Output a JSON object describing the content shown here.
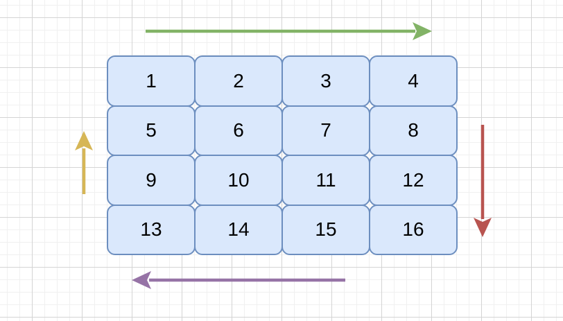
{
  "canvas": {
    "background_color": "#ffffff",
    "grid_minor_color": "#f0f0f0",
    "grid_major_color": "#d4d4d4"
  },
  "table": {
    "rows": 4,
    "columns": 4,
    "cell_fill_color": "#dae8fc",
    "cell_border_color": "#6c8ebf",
    "text_color": "#000000",
    "cells": [
      "1",
      "2",
      "3",
      "4",
      "5",
      "6",
      "7",
      "8",
      "9",
      "10",
      "11",
      "12",
      "13",
      "14",
      "15",
      "16"
    ]
  },
  "arrows": {
    "top": {
      "direction": "right",
      "color": "#82b366"
    },
    "right": {
      "direction": "down",
      "color": "#b85450"
    },
    "bottom": {
      "direction": "left",
      "color": "#9673a6"
    },
    "left": {
      "direction": "up",
      "color": "#d6b656"
    }
  }
}
